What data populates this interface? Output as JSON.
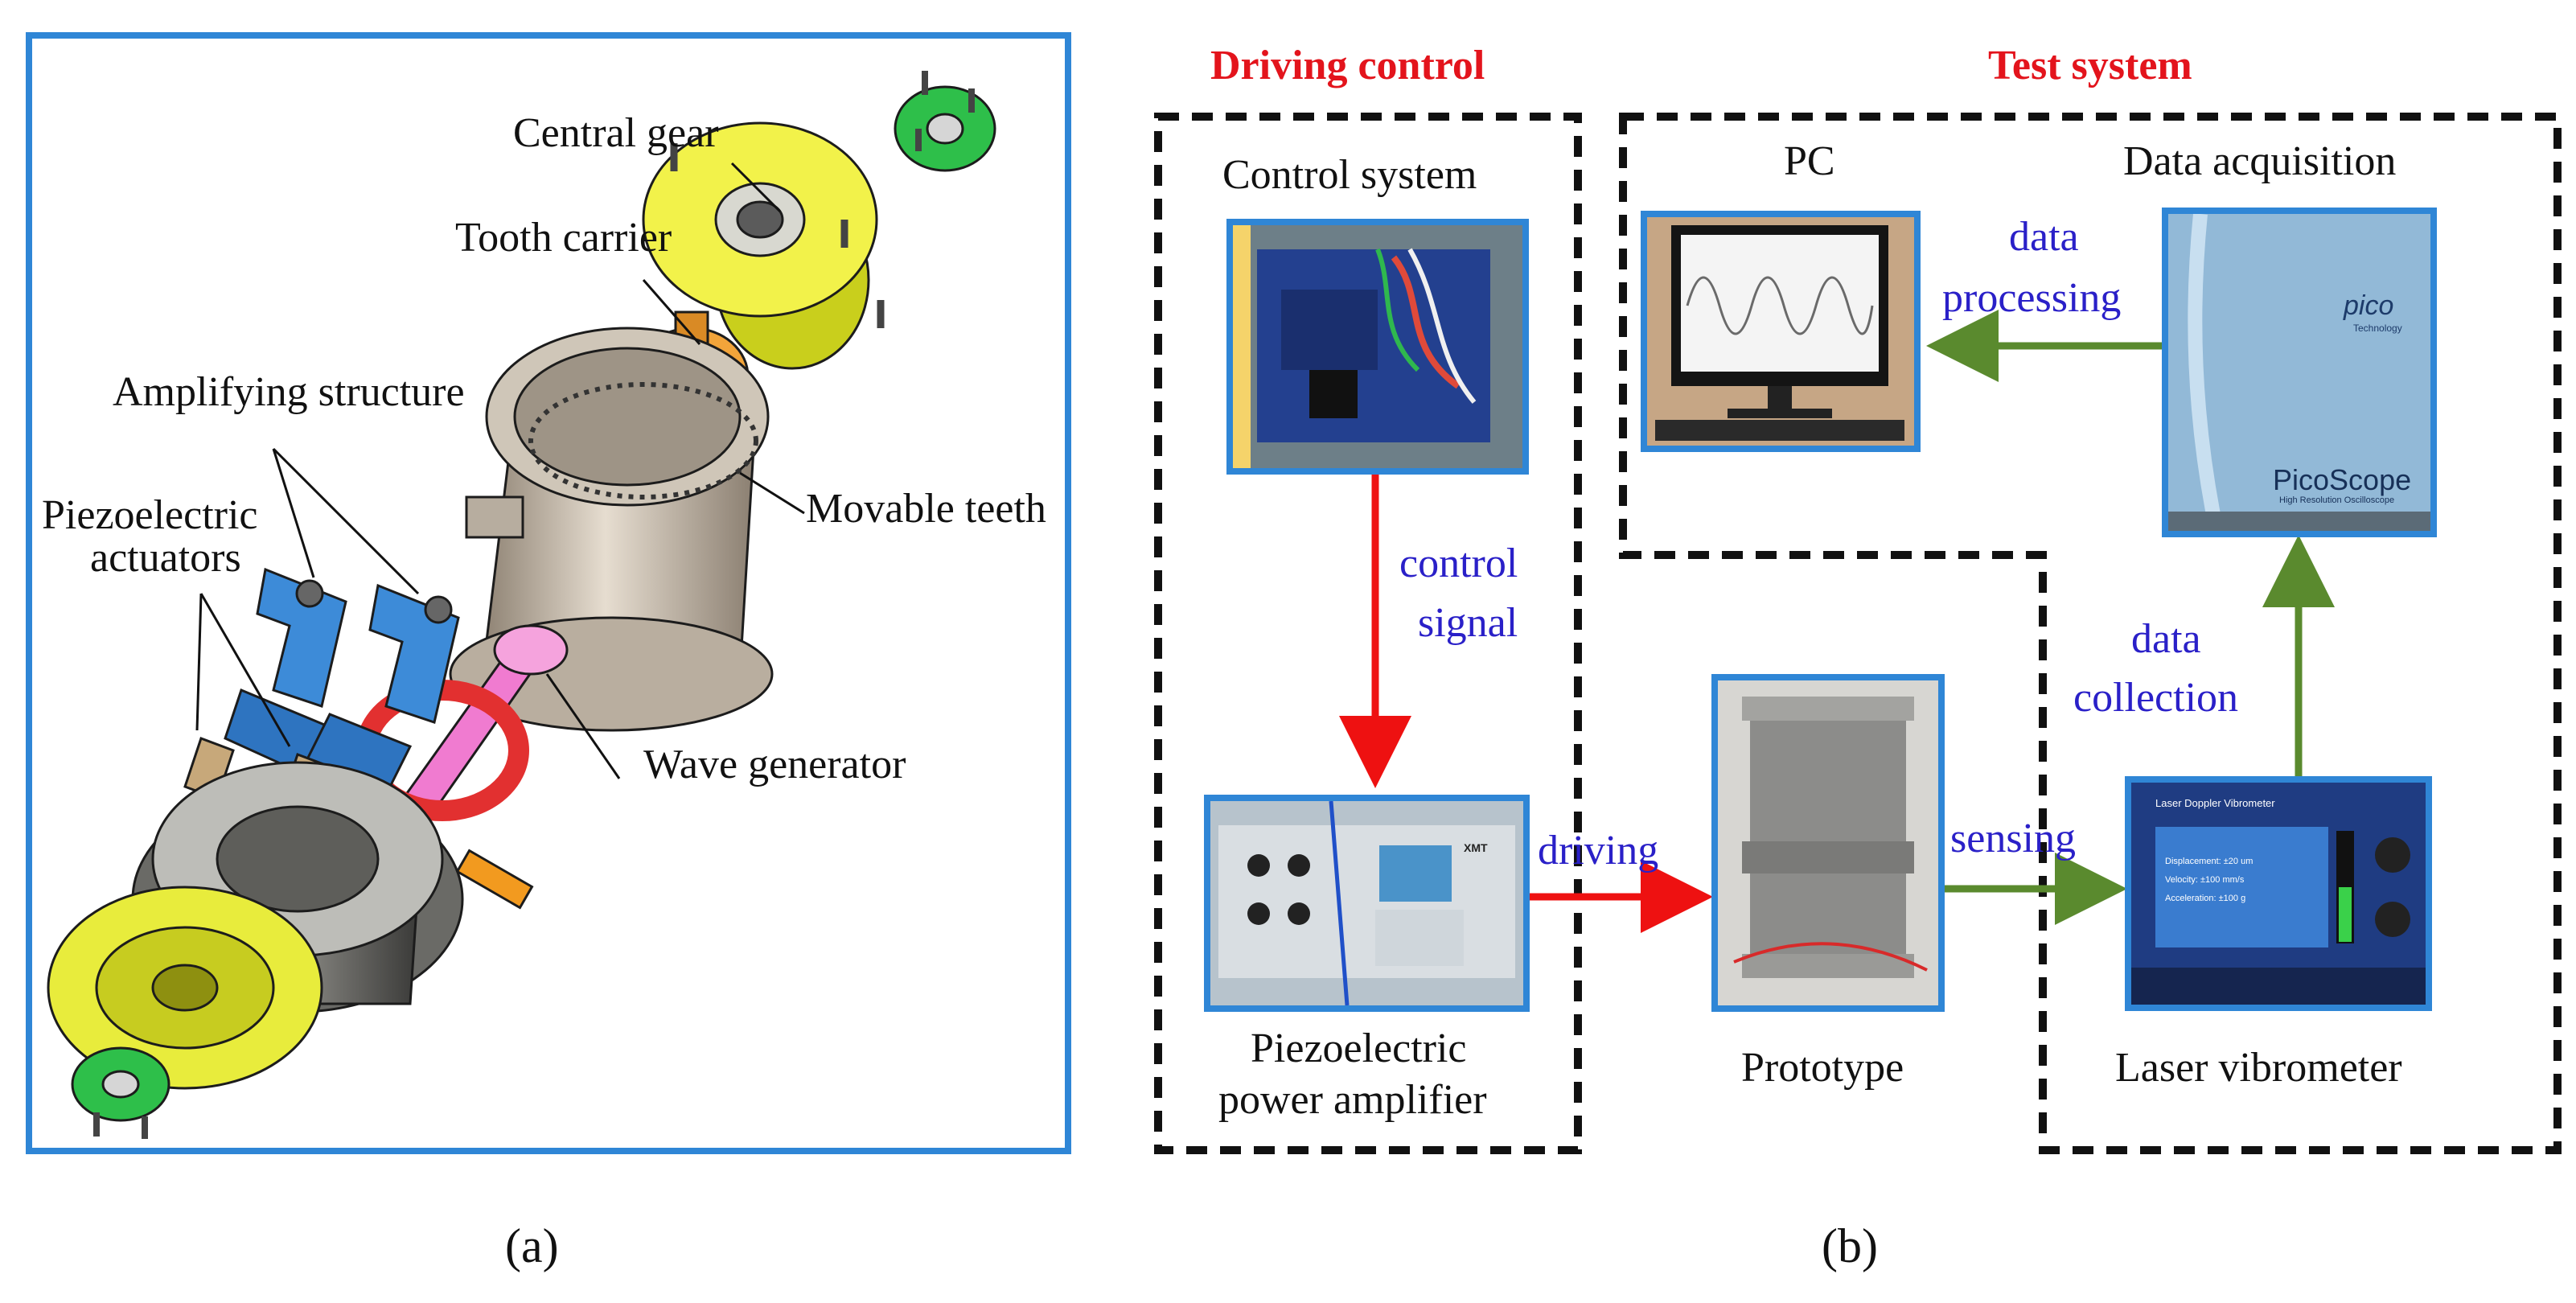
{
  "panel_a": {
    "labels": {
      "central_gear": "Central gear",
      "tooth_carrier": "Tooth carrier",
      "amplifying_structure": "Amplifying structure",
      "piezo_actuators_line1": "Piezoelectric",
      "piezo_actuators_line2": "actuators",
      "movable_teeth": "Movable teeth",
      "wave_generator": "Wave generator"
    },
    "caption": "(a)"
  },
  "panel_b": {
    "titles": {
      "driving_control": "Driving control",
      "test_system": "Test system"
    },
    "nodes": {
      "control_system": "Control system",
      "pc": "PC",
      "data_acquisition": "Data acquisition",
      "amplifier_line1": "Piezoelectric",
      "amplifier_line2": "power amplifier",
      "prototype": "Prototype",
      "laser_vibrometer": "Laser vibrometer"
    },
    "edges": {
      "control_signal_line1": "control",
      "control_signal_line2": "signal",
      "driving": "driving",
      "sensing": "sensing",
      "data_collection_line1": "data",
      "data_collection_line2": "collection",
      "data_processing_line1": "data",
      "data_processing_line2": "processing"
    },
    "photo_text": {
      "pico": "pico",
      "technology": "Technology",
      "picoscope": "PicoScope",
      "picoscope_sub": "High Resolution Oscilloscope",
      "xmt": "XMT",
      "vibrometer_title": "Laser Doppler Vibrometer",
      "displacement": "Displacement: ±20 um",
      "velocity": "Velocity: ±100 mm/s",
      "acceleration": "Acceleration: ±100 g"
    },
    "caption": "(b)"
  },
  "colors": {
    "frame_blue": "#2f86d6",
    "title_red": "#e3141c",
    "edge_label_blue": "#2a20c8",
    "arrow_red": "#ee1111",
    "arrow_green": "#5a8a2e"
  }
}
